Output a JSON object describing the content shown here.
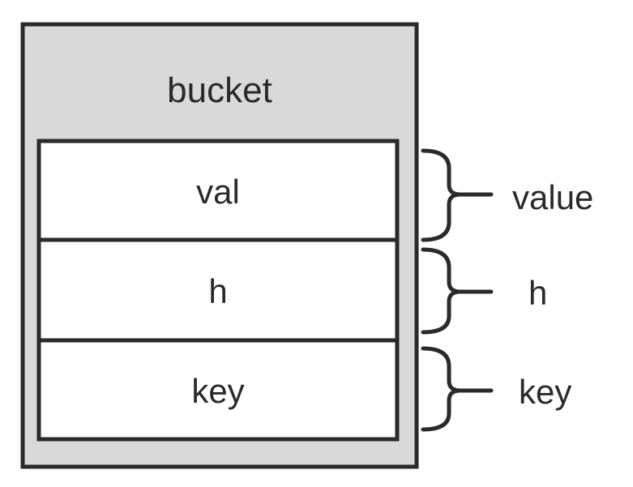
{
  "bucket": {
    "title": "bucket",
    "fields": [
      "val",
      "h",
      "key"
    ]
  },
  "annotations": [
    "value",
    "h",
    "key"
  ],
  "colors": {
    "bucket_fill": "#d9d9d9",
    "field_fill": "#ffffff",
    "stroke": "#2a2a2a",
    "text": "#2a2a2a"
  }
}
